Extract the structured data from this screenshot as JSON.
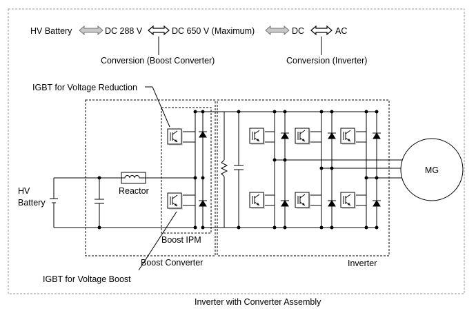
{
  "top_flow": {
    "hv_battery": "HV Battery",
    "dc_288": "DC 288 V",
    "dc_650": "DC 650 V (Maximum)",
    "dc": "DC",
    "ac": "AC",
    "conversion_boost": "Conversion (Boost Converter)",
    "conversion_inverter": "Conversion (Inverter)"
  },
  "callouts": {
    "igbt_reduction": "IGBT for Voltage Reduction",
    "igbt_boost": "IGBT for Voltage Boost"
  },
  "labels": {
    "hv": "HV",
    "battery": "Battery",
    "reactor": "Reactor",
    "boost_ipm": "Boost IPM",
    "boost_converter": "Boost Converter",
    "inverter": "Inverter",
    "mg": "MG",
    "assembly": "Inverter with Converter Assembly"
  }
}
